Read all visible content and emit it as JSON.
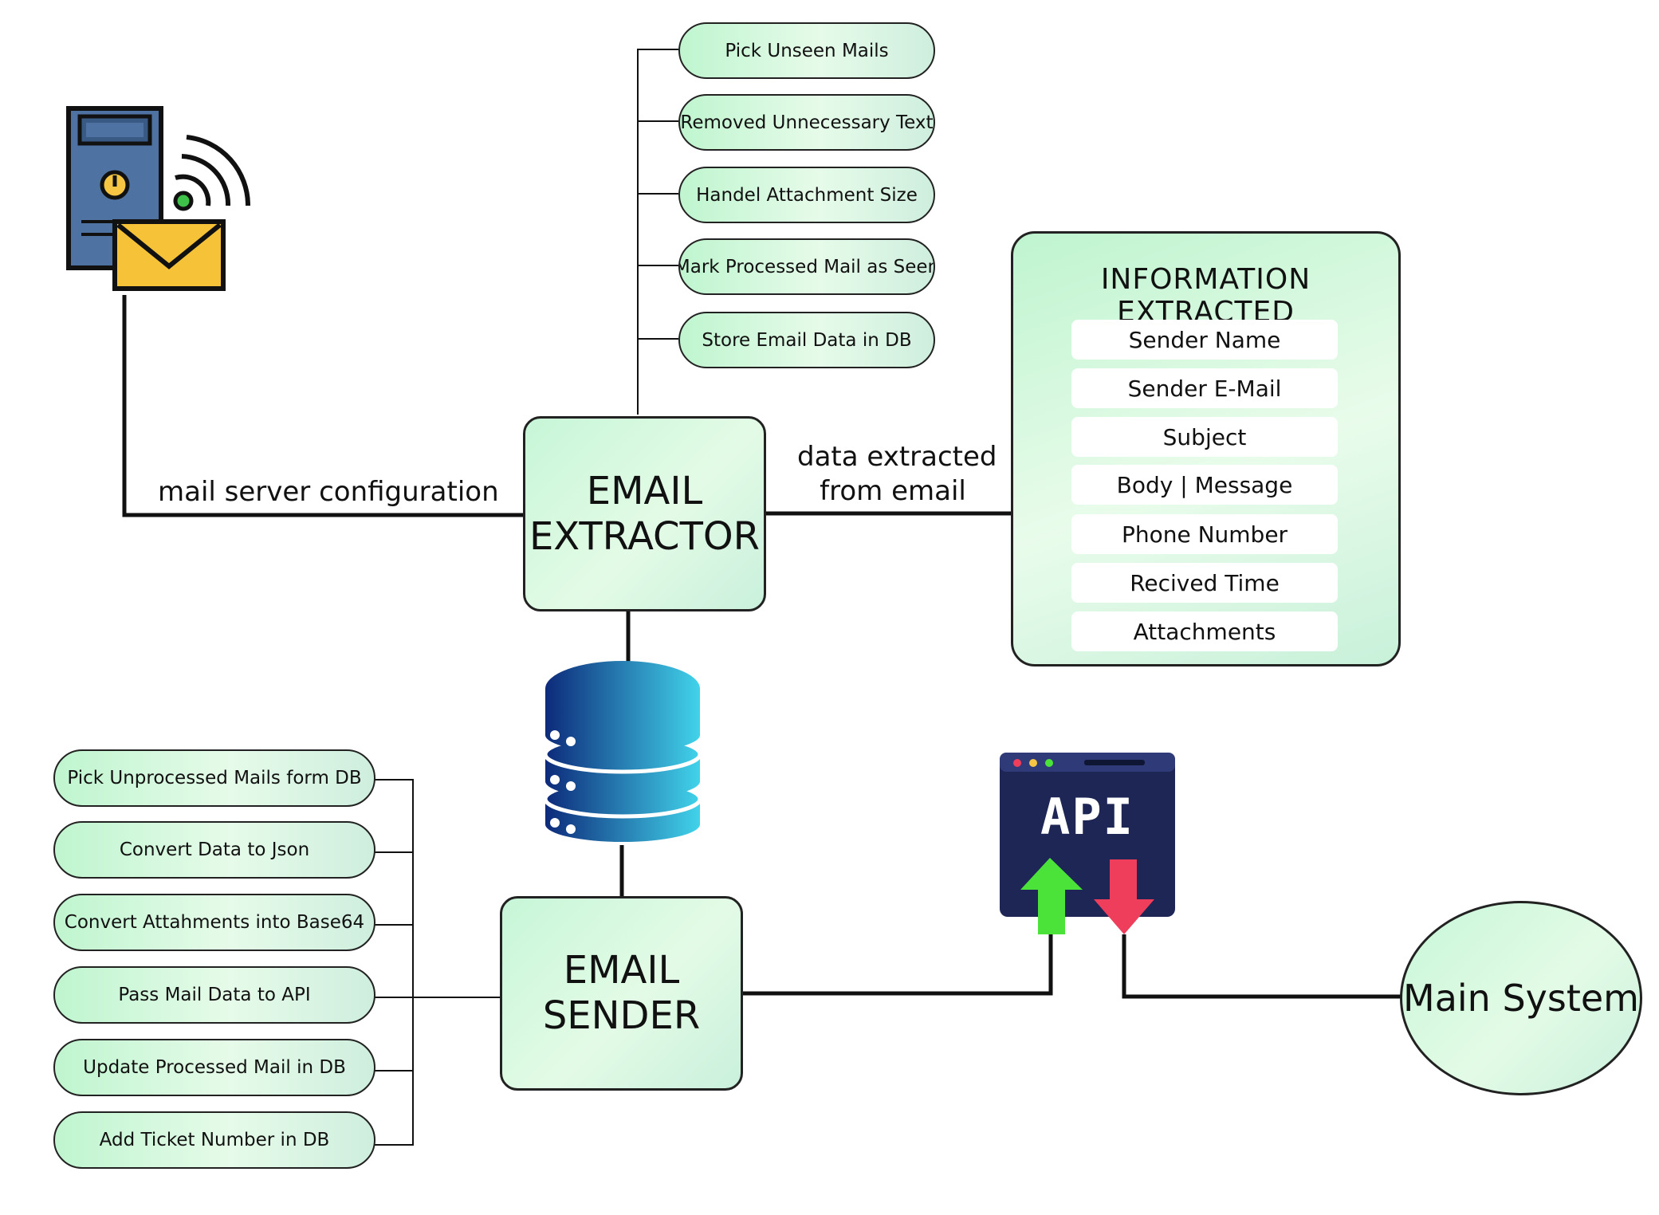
{
  "extractor": {
    "line1": "EMAIL",
    "line2": "EXTRACTOR",
    "steps": [
      "Pick Unseen Mails",
      "Removed Unnecessary Text",
      "Handel Attachment Size",
      "Mark Processed Mail as Seen",
      "Store Email Data in DB"
    ]
  },
  "info": {
    "title": "INFORMATION EXTRACTED",
    "fields": [
      "Sender Name",
      "Sender E-Mail",
      "Subject",
      "Body | Message",
      "Phone Number",
      "Recived Time",
      "Attachments"
    ]
  },
  "sender": {
    "line1": "EMAIL",
    "line2": "SENDER",
    "steps": [
      "Pick Unprocessed Mails form DB",
      "Convert Data to Json",
      "Convert Attahments into Base64",
      "Pass Mail Data to API",
      "Update Processed Mail in DB",
      "Add Ticket Number in DB"
    ]
  },
  "labels": {
    "mail_config": "mail server configuration",
    "data_extracted_1": "data extracted",
    "data_extracted_2": "from email"
  },
  "api": {
    "text": "API"
  },
  "main_system": "Main System",
  "icons": {
    "mail_server": "mail-server-icon",
    "database": "database-icon",
    "api": "api-window-icon",
    "upload_arrow": "arrow-up-icon",
    "download_arrow": "arrow-down-icon"
  },
  "colors": {
    "node_fill": "#d9f8e1",
    "arrow_up": "#4be33a",
    "arrow_down": "#ef3d5c",
    "api_window": "#1d2654",
    "database": "#1b62b0"
  }
}
